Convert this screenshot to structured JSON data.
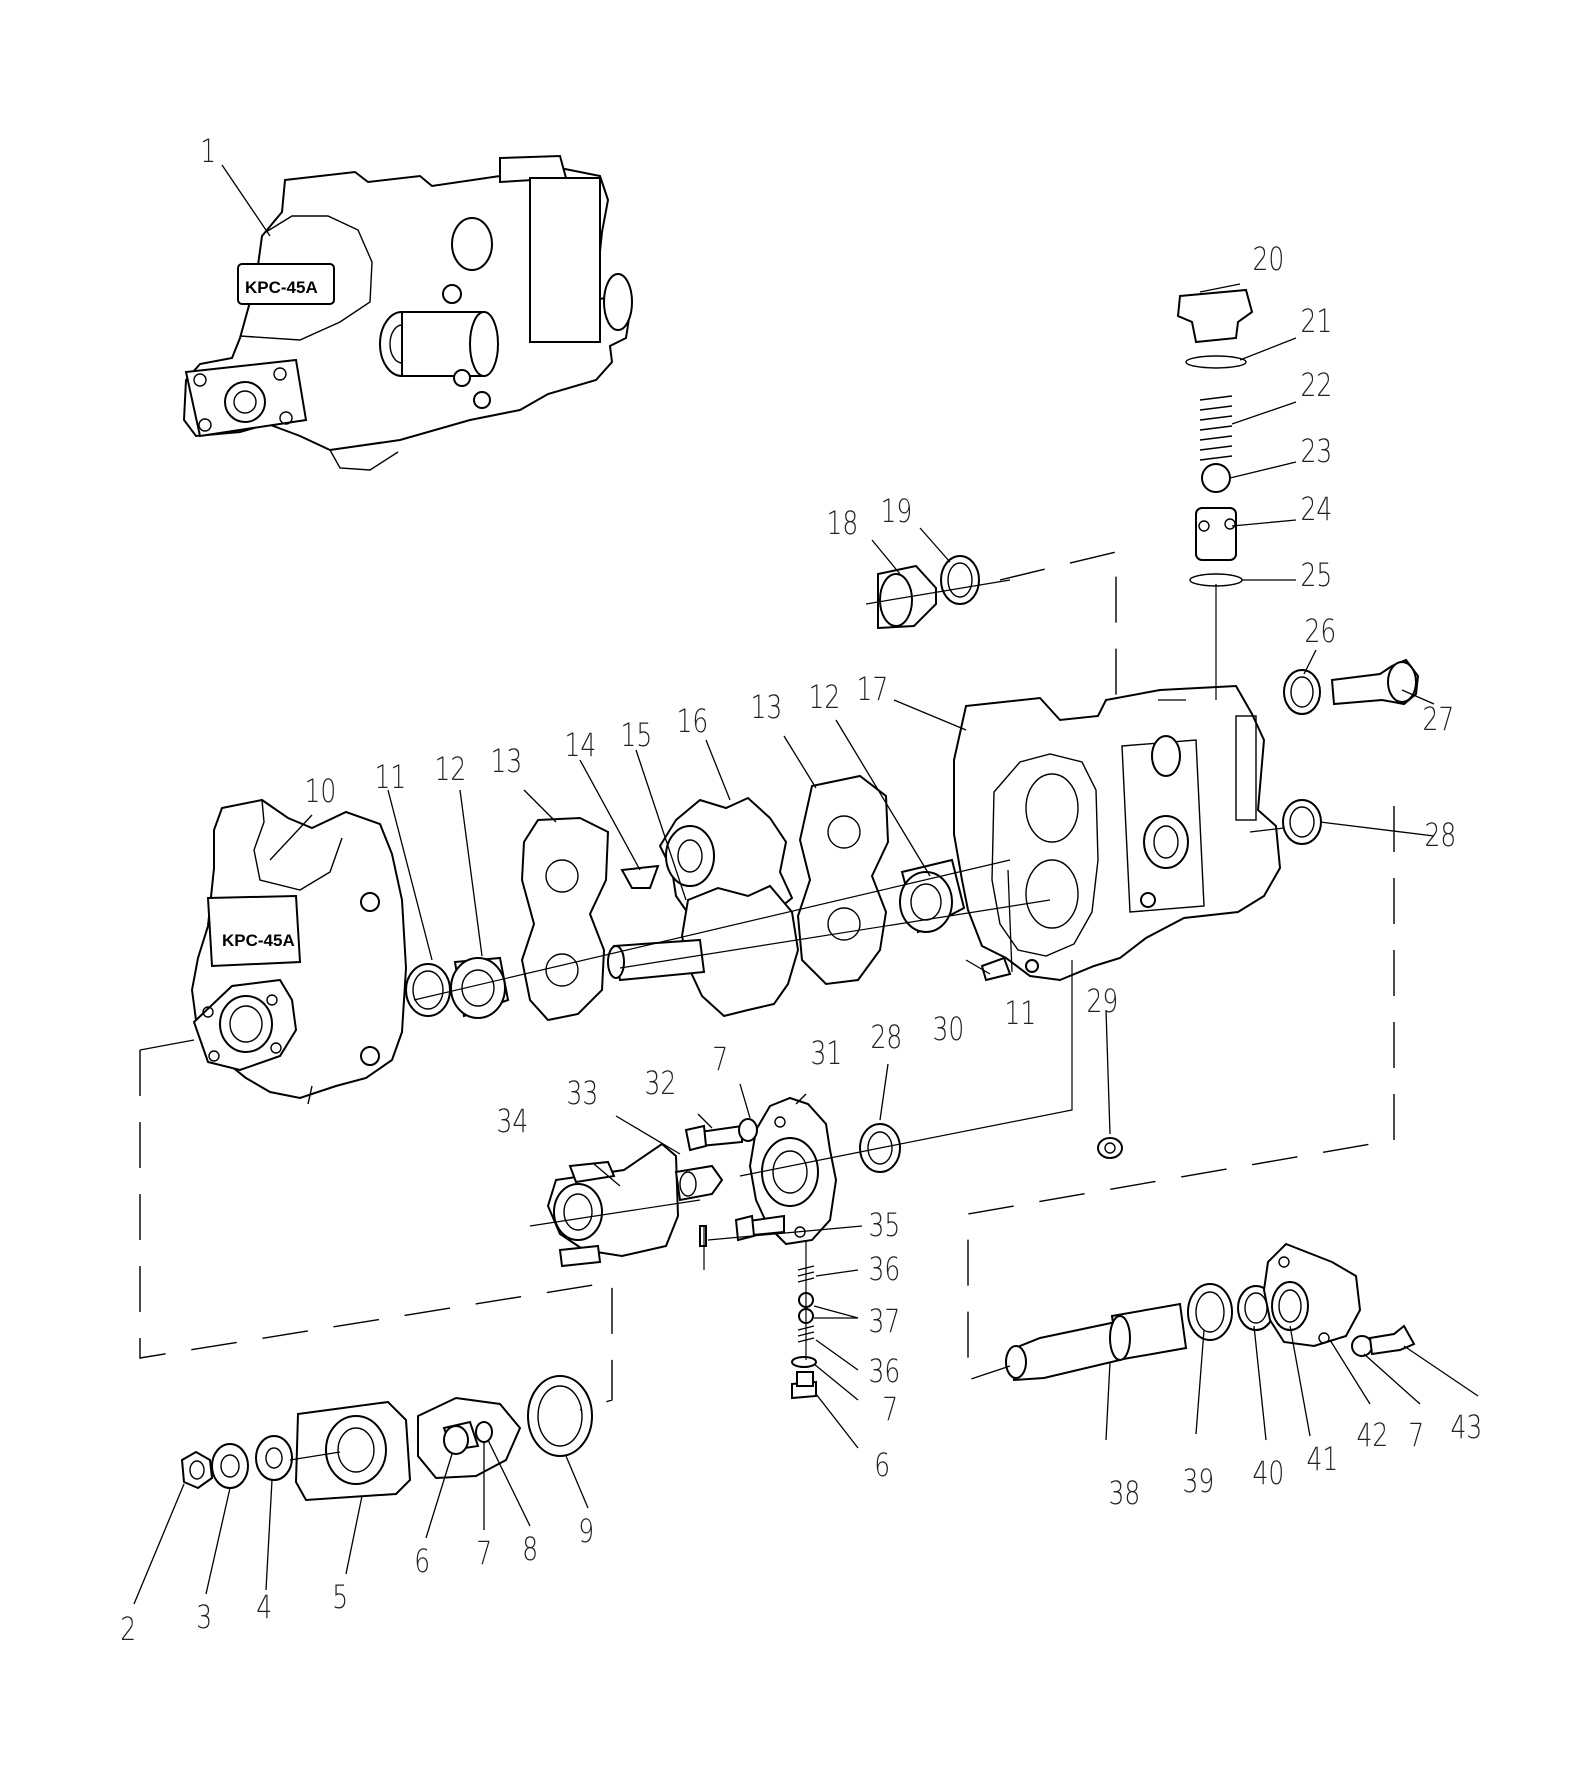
{
  "diagram": {
    "stamps": [
      "KPC-45A",
      "KPC-45A"
    ],
    "callouts": [
      "1",
      "2",
      "3",
      "4",
      "5",
      "6",
      "7",
      "8",
      "9",
      "10",
      "11",
      "12",
      "13",
      "14",
      "15",
      "16",
      "17",
      "18",
      "19",
      "20",
      "21",
      "22",
      "23",
      "24",
      "25",
      "26",
      "27",
      "28",
      "29",
      "30",
      "31",
      "32",
      "33",
      "34",
      "35",
      "36",
      "37",
      "38",
      "39",
      "40",
      "41",
      "42",
      "43"
    ],
    "repeated_callouts": {
      "6b": "6",
      "7b": "7",
      "7c": "7",
      "7d": "7",
      "11b": "11",
      "12b": "12",
      "13b": "13",
      "28b": "28",
      "36b": "36"
    }
  }
}
